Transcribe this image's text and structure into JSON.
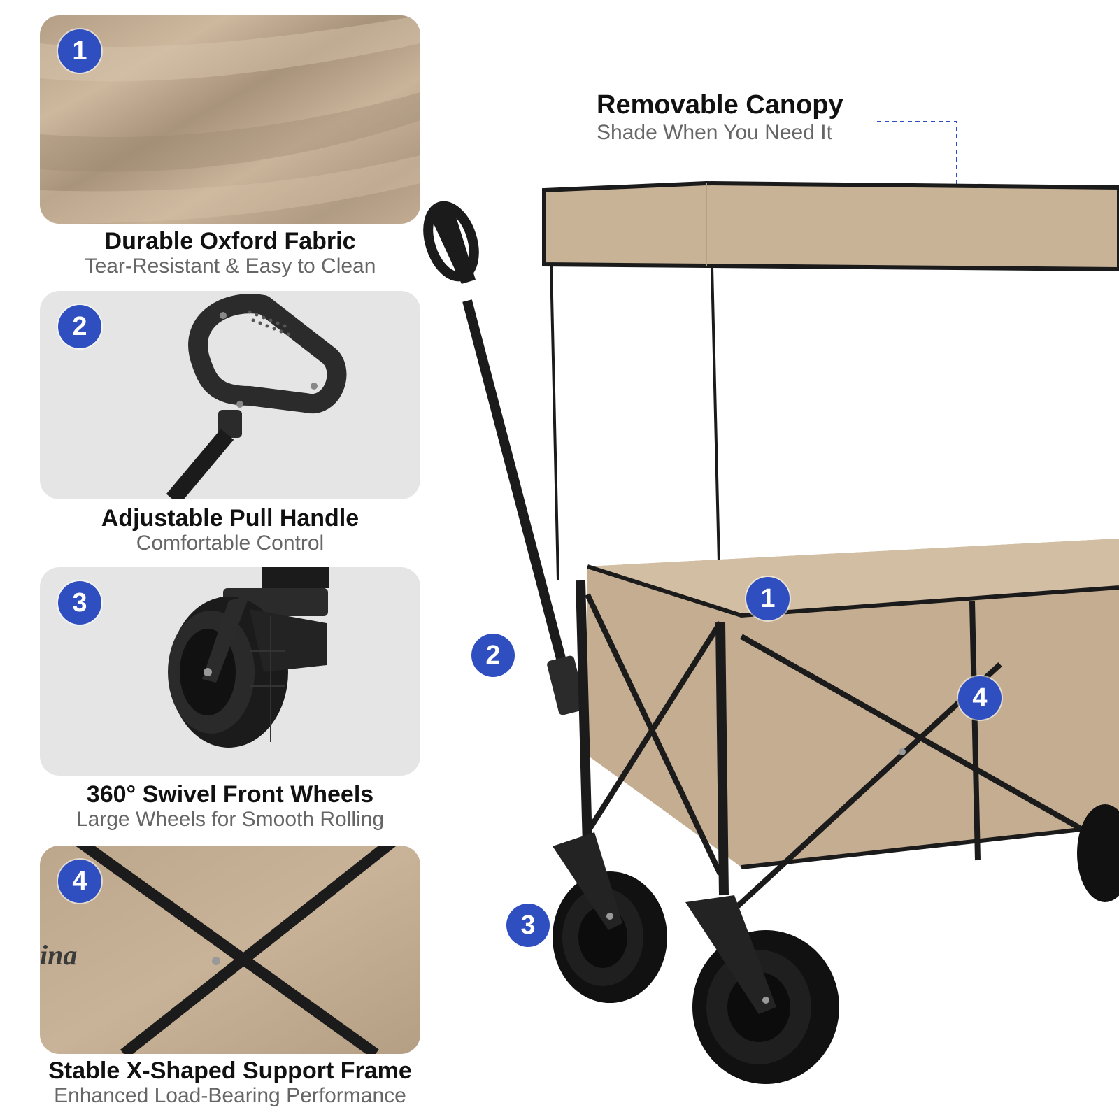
{
  "features": [
    {
      "number": "1",
      "title": "Durable Oxford Fabric",
      "subtitle": "Tear-Resistant & Easy to Clean"
    },
    {
      "number": "2",
      "title": "Adjustable Pull Handle",
      "subtitle": "Comfortable Control"
    },
    {
      "number": "3",
      "title": "360° Swivel Front Wheels",
      "subtitle": "Large Wheels for Smooth Rolling"
    },
    {
      "number": "4",
      "title": "Stable X-Shaped Support Frame",
      "subtitle": "Enhanced Load-Bearing Performance"
    }
  ],
  "canopy": {
    "title": "Removable Canopy",
    "subtitle": "Shade When You Need It"
  },
  "wagon_callouts": [
    "1",
    "2",
    "3",
    "4"
  ],
  "fabric_print_fragment": "ina",
  "colors": {
    "badge": "#2f4fc1",
    "fabric": "#c4ad91",
    "frame": "#1b1b1b",
    "panel_gray": "#e5e5e5"
  }
}
